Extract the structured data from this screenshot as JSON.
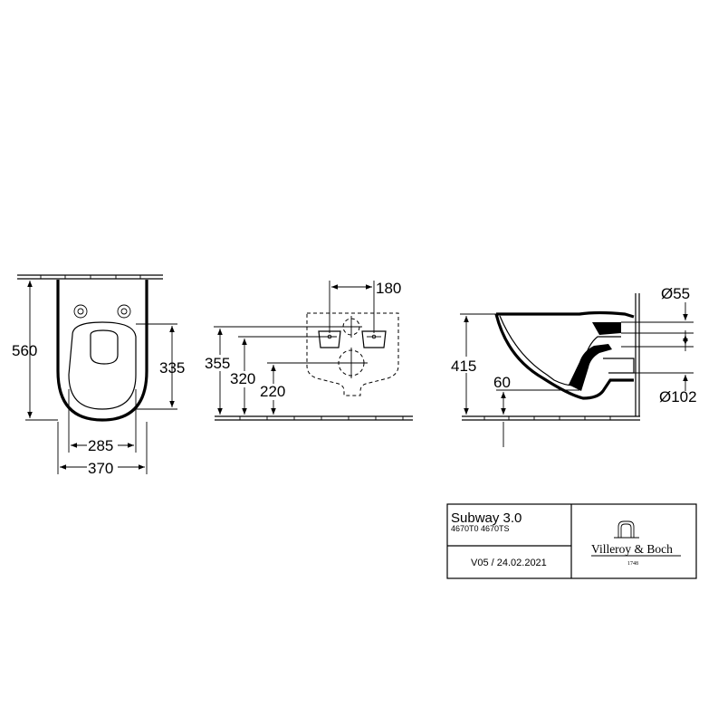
{
  "front_view": {
    "height_label": "560",
    "seat_height_label": "335",
    "inner_width_label": "285",
    "outer_width_label": "370"
  },
  "wall_view": {
    "bolt_spacing_label": "180",
    "label_355": "355",
    "label_320": "320",
    "label_220": "220"
  },
  "side_view": {
    "height_label": "415",
    "label_60": "60",
    "inlet_diameter_label": "Ø55",
    "outlet_diameter_label": "Ø102"
  },
  "title_block": {
    "product_name": "Subway 3.0",
    "article_numbers": "4670T0 4670TS",
    "version_date": "V05 / 24.02.2021",
    "brand_name": "Villeroy & Boch",
    "brand_year": "1748"
  }
}
